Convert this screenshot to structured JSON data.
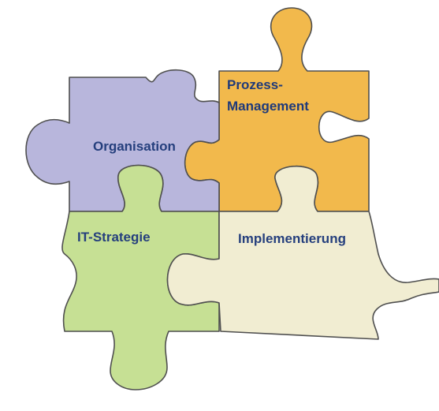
{
  "diagram": {
    "pieces": [
      {
        "id": "prozess-management",
        "label_lines": [
          "Prozess-",
          "Management"
        ],
        "fill": "#f2b94c",
        "text_color": "#1f3a7a"
      },
      {
        "id": "organisation",
        "label_lines": [
          "Organisation"
        ],
        "fill": "#b8b6dc",
        "text_color": "#253f7d"
      },
      {
        "id": "it-strategie",
        "label_lines": [
          "IT-Strategie"
        ],
        "fill": "#c6e094",
        "text_color": "#253f7d"
      },
      {
        "id": "implementierung",
        "label_lines": [
          "Implementierung"
        ],
        "fill": "#f1edd2",
        "text_color": "#253f7d"
      }
    ]
  }
}
